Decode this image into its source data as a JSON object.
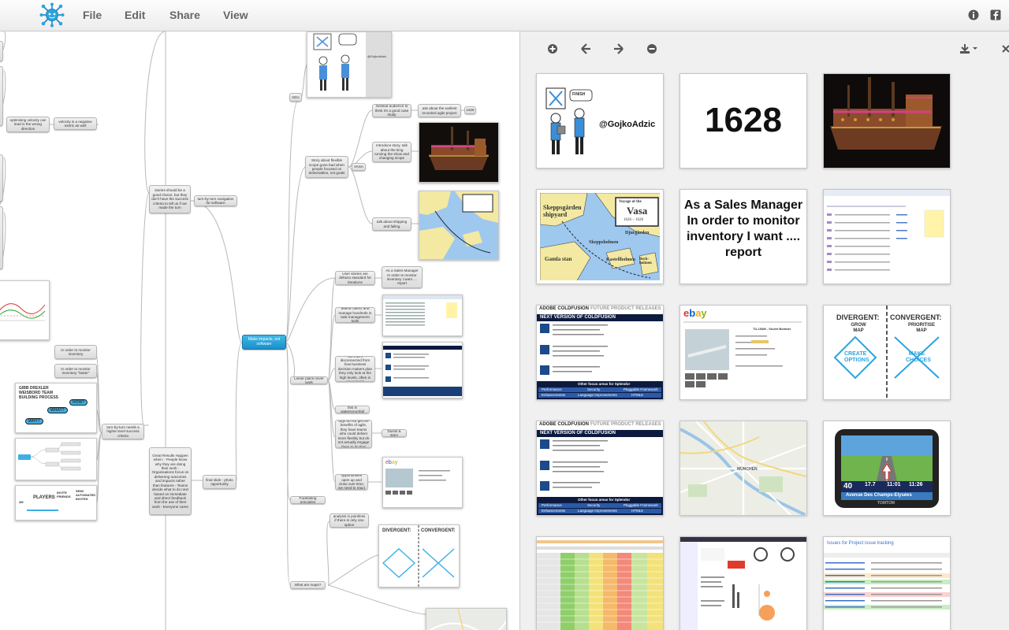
{
  "menu": {
    "file": "File",
    "edit": "Edit",
    "share": "Share",
    "view": "View"
  },
  "colors": {
    "accent": "#1a8fc9",
    "node": "#e4e4e4",
    "panel": "#f0f0f0"
  },
  "map": {
    "central": "Make impacts, not software",
    "nodes": {
      "intro": "Intro",
      "gojko_caption": "@GojkoAdzic",
      "mislead": "mislead audience to think it's a good case study",
      "earliest": "ask about the earliest recorded agile project",
      "year": "1628",
      "intro_story": "Introduce story, talk about the king running the show and changing scope",
      "vasa": "VASA",
      "story_flexible": "Story about flexible scope gone bad when people focused on deliverables, not goals",
      "shipping": "talk about shipping and failing",
      "stories_good": "stories should be a good choice, but they don't have the success criteria to tell us if we made the turn",
      "turn_navigation": "turn-by-turn navigation for software",
      "optimising": "optimising velocity can lead in the wrong direction",
      "velocity": "velocity is a negative metric as well",
      "user_stories": "User stories are defacto standard for iterations",
      "sales_manager": "As a Sales Manager In order to monitor inventory I want .... report",
      "teams_collect": "teams collect and manage hundreds in task management tools",
      "disconnected": "but that's disconnected from how business decision makers plan they only look at the high levels, often in powerpoint",
      "linear_plans": "Linear plans never work",
      "waterscrumfall": "this is waterscrumfall",
      "orgs": "orgs do not get the benefits of agile, they have teams who could deliver more flexibly but do not actually engage them to do that",
      "dusist": "Dusist & story",
      "opportunities": "opportunities open up and close over time, we need to react",
      "monitor1": "In order to monitor inventory",
      "monitor2": "In order to monitor inventory \"faster\"",
      "turn_needs": "turn-by-turn needs a higher level success criteria",
      "great_results": "Great Results Happen when: - People know why they are doing their work - Organisations focus on delivering outcomes and impacts rather than features - Teams decide what to do next based on immediate and direct feedback from the use of their work - Everyone cares",
      "final_slide": "final slide - photo opportunity",
      "facilitating": "Facilitating principles",
      "analysis": "analysis is pointless if there is only one option",
      "what_maps": "What are maps?"
    },
    "thumbs": {
      "gibb_title": "GIBB DREXLER WEISBORD TEAM BUILDING PROCESS",
      "how": "HOW?",
      "what": "WHAT?",
      "why": "WHY?",
      "players": "PLAYERS",
      "invite": "INVITE FRIENDS",
      "automated": "SEMI AUTOMATED INVITES",
      "divergent": "DIVERGENT:",
      "convergent": "CONVERGENT:",
      "grow": "GROW MAP",
      "prioritise": "PRIORITISE MAP",
      "create": "CREATE OPTIONS",
      "make": "MAKE CHOICES"
    }
  },
  "panel": {
    "toolbar": [
      "add-icon",
      "arrow-left-icon",
      "arrow-right-icon",
      "remove-icon",
      "download-icon",
      "close-icon"
    ],
    "cards": {
      "gojko": "@GojkoAdzic",
      "finish": "FINISH",
      "year": "1628",
      "voyage_title": "Voyage of the",
      "vasa": "Vasa",
      "voyage_years": "1626 – 1628",
      "skeppsgarden": "Skeppsgården shipyard",
      "djurgarden": "Djurgården",
      "skeppsholmen": "Skeppsholmen",
      "kastellholmen": "Kastellholmen",
      "gamla": "Gamla stan",
      "beckholmen": "Beck-holmen",
      "story": "As a Sales Manager In order to monitor inventory I want .... report",
      "adobe": "ADOBE COLDFUSION",
      "future": "FUTURE PRODUCT RELEASES",
      "next_version": "NEXT VERSION OF COLDFUSION",
      "other_focus": "Other focus areas for Splendor",
      "performance": "Performance",
      "security": "Security",
      "pluggable": "Pluggable Framework",
      "enhancements": "Enhancements",
      "lang": "Language Improvements",
      "html5": "HTML5",
      "ebay_title": "TU-154M - Soviet Bomber",
      "munich": "MÜNCHEN",
      "gps_street": "Avenue Des Champs-Elysées",
      "gps_speed": "40",
      "gps_dist": "17.7",
      "gps_time": "11:01",
      "gps_eta": "11:26",
      "gps_brand": "TOMTOM",
      "issues_title": "Issues for Project issue tracking"
    }
  }
}
